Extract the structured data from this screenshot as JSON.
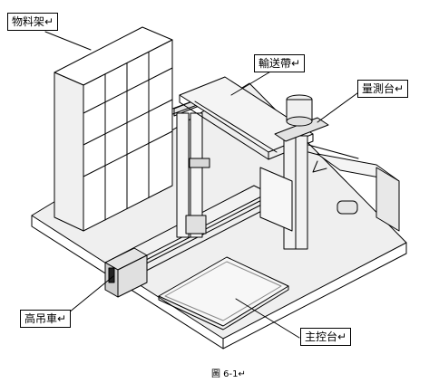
{
  "labels": {
    "material_rack": "物料架↵",
    "conveyor": "輸送帶↵",
    "measuring_table": "量測台↵",
    "crane_car": "高吊車↵",
    "main_console": "主控台↵"
  },
  "caption": "圖 6-1↵"
}
